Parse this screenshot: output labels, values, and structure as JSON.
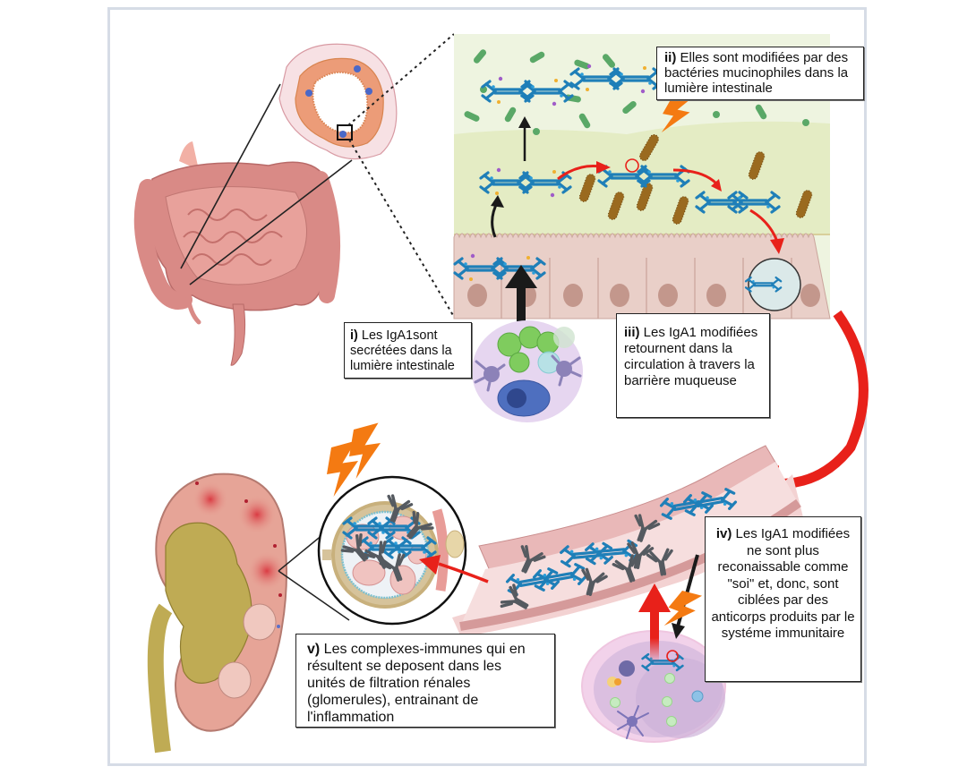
{
  "figure": {
    "title": "IgA1 pathway from intestine to kidney",
    "colors": {
      "frame_border": "#d6dce6",
      "arrow_red": "#e8211a",
      "arrow_black": "#1a1a1a",
      "lightning_orange": "#f47a12",
      "antibody_blue": "#1f7fb8",
      "antibody_gray": "#555a60",
      "lumen_green": "#eef4e0",
      "mucus_green": "#e4ecc4",
      "epithelium_pink": "#e9cfc8",
      "bacteria_green": "#5aa867",
      "bacteria_brown": "#9a6a1f",
      "vessel_pink": "#f3d2d2",
      "kidney_pink": "#e6a497",
      "kidney_pelvis": "#bfab54",
      "immune_lilac": "#e6d6f0"
    }
  },
  "labels": {
    "step_i": {
      "num": "i)",
      "text": " Les IgA1sont secrétées dans la lumière intestinale"
    },
    "step_ii": {
      "num": "ii)",
      "text": " Elles sont modifiées par des bactéries mucinophiles dans la lumière intestinale"
    },
    "step_iii": {
      "num": "iii)",
      "text": " Les IgA1 modifiées retournent dans la circulation à travers la barrière muqueuse"
    },
    "step_iv": {
      "num": "iv)",
      "text": "  Les IgA1 modifiées ne sont plus reconaissable comme \"soi\" et, donc, sont ciblées par des anticorps produits par le systéme immunitaire"
    },
    "step_v": {
      "num": "v)",
      "text": " Les complexes-immunes qui en résultent se deposent dans les unités de filtration rénales (glomerules), entrainant de l'inflammation"
    }
  },
  "icons": {
    "intestine": "intestine-icon",
    "intestine_cross_section": "intestine-cross-section-icon",
    "epithelium": "intestinal-epithelium-icon",
    "kidney": "kidney-icon",
    "glomerulus": "glomerulus-icon",
    "blood_vessel": "blood-vessel-icon",
    "immune_cluster": "immune-cell-cluster-icon",
    "lymph_node": "lymph-node-icon",
    "lightning": "lightning-bolt-icon",
    "antibody": "antibody-icon"
  }
}
